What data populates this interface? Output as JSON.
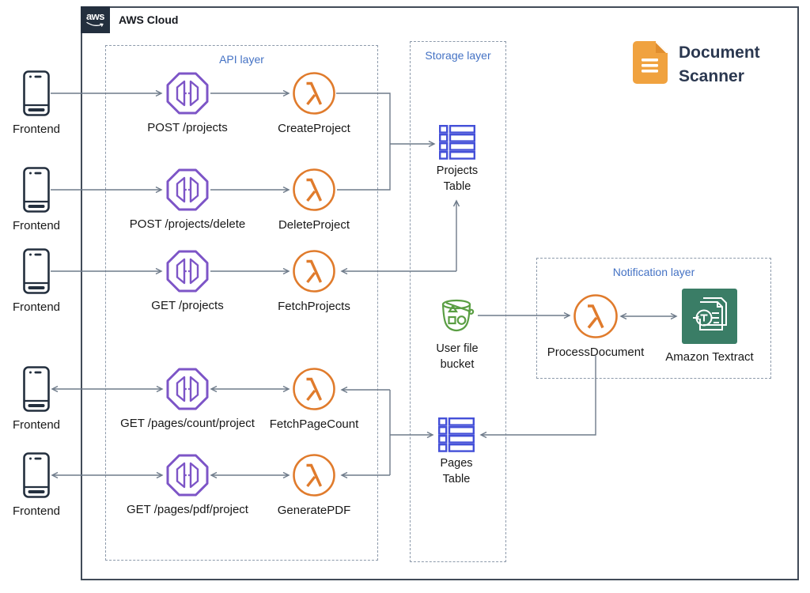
{
  "cloud": {
    "logo_text": "aws",
    "label": "AWS Cloud"
  },
  "app_logo": {
    "line1": "Document",
    "line2": "Scanner"
  },
  "layers": {
    "api": "API layer",
    "storage": "Storage layer",
    "notification": "Notification layer"
  },
  "frontend_label": "Frontend",
  "rows": [
    {
      "method": "POST /projects",
      "lambda": "CreateProject"
    },
    {
      "method": "POST /projects/delete",
      "lambda": "DeleteProject"
    },
    {
      "method": "GET /projects",
      "lambda": "FetchProjects"
    },
    {
      "method": "GET /pages/count/project",
      "lambda": "FetchPageCount"
    },
    {
      "method": "GET /pages/pdf/project",
      "lambda": "GeneratePDF"
    }
  ],
  "storage_nodes": {
    "projects_table": "Projects Table",
    "bucket": "User file bucket",
    "pages_table": "Pages Table"
  },
  "notification_nodes": {
    "lambda": "ProcessDocument",
    "textract": "Amazon Textract"
  },
  "icons": {
    "phone": "mobile-phone-icon",
    "gateway": "api-gateway-icon",
    "lambda": "lambda-icon",
    "table": "dynamodb-table-icon",
    "bucket": "s3-bucket-icon",
    "textract": "textract-icon",
    "document": "document-icon"
  },
  "colors": {
    "aws_dark": "#232f3e",
    "gateway_purple": "#7d55c7",
    "lambda_orange": "#e07b2c",
    "dynamodb_blue": "#4450d8",
    "s3_green": "#5a9e43",
    "textract_green": "#3a7d66",
    "layer_label_blue": "#4472c4",
    "doc_icon_orange": "#f0a23f",
    "connector_gray": "#6e7b8a"
  }
}
